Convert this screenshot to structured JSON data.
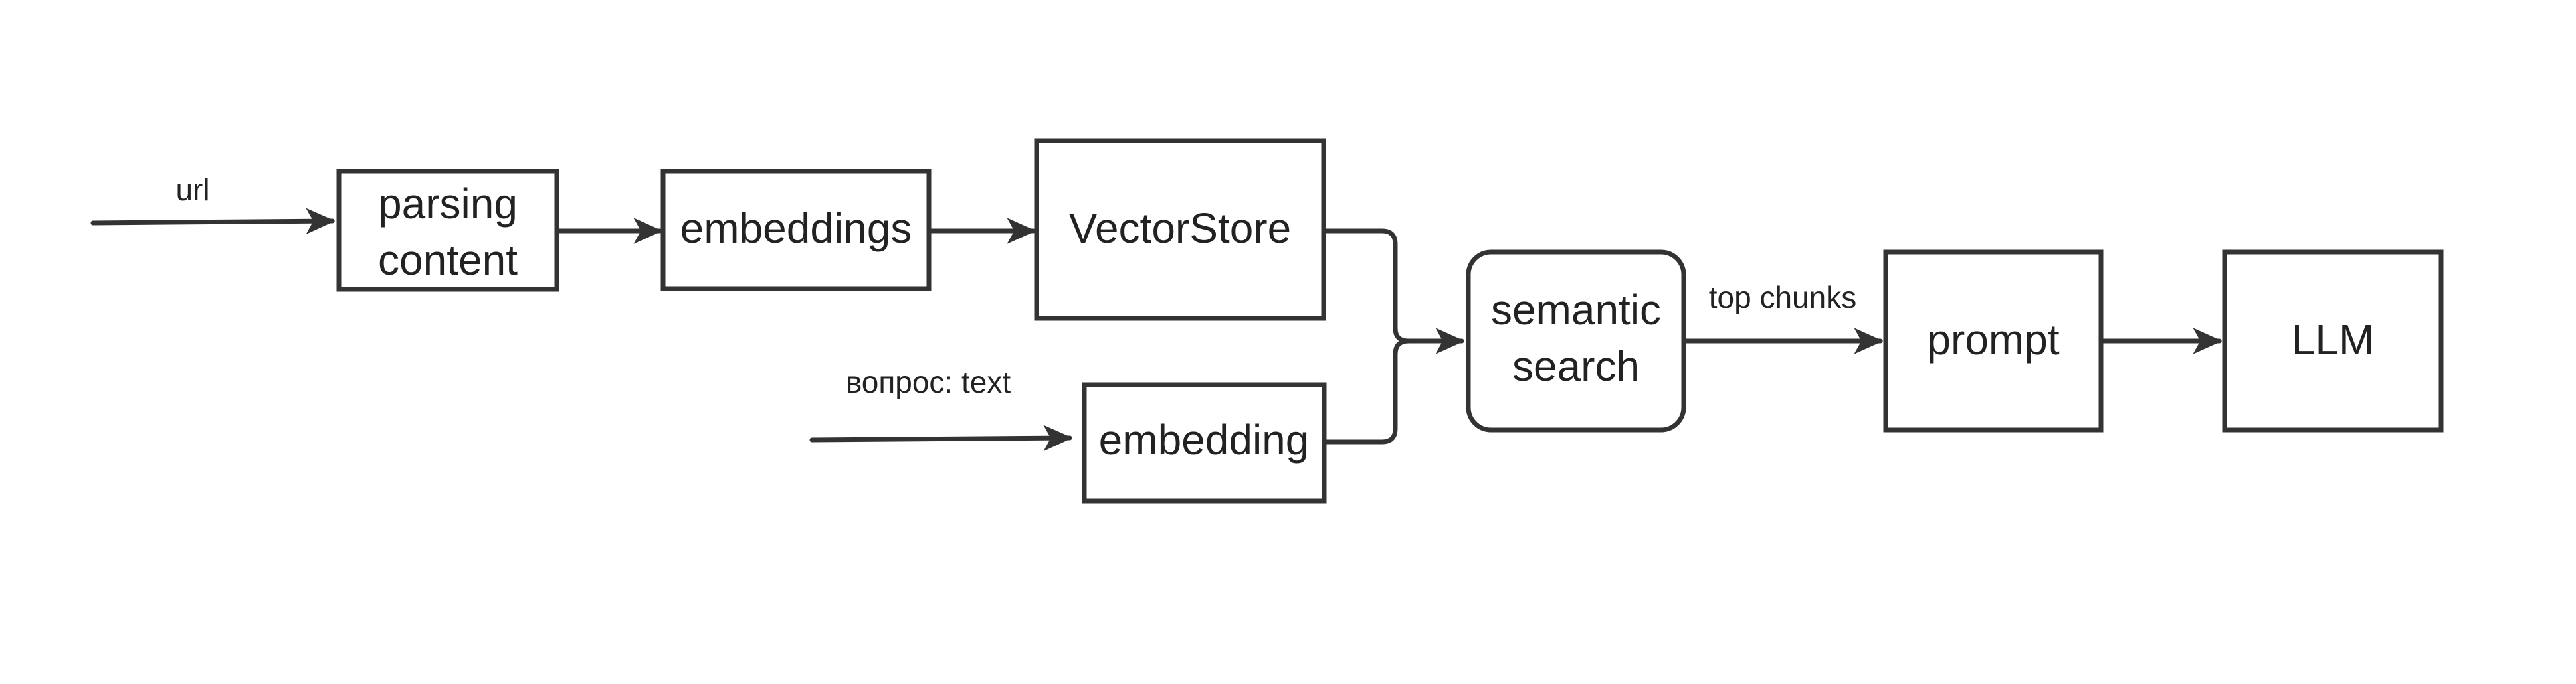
{
  "nodes": {
    "parsing_content": {
      "lines": [
        "parsing",
        "content"
      ]
    },
    "embeddings": {
      "label": "embeddings"
    },
    "vectorstore": {
      "label": "VectorStore"
    },
    "embedding": {
      "label": "embedding"
    },
    "semantic_search": {
      "lines": [
        "semantic",
        "search"
      ]
    },
    "prompt": {
      "label": "prompt"
    },
    "llm": {
      "label": "LLM"
    }
  },
  "edge_labels": {
    "url": "url",
    "question": "вопрос: text",
    "top_chunks": "top chunks"
  },
  "colors": {
    "stroke": "#333333",
    "text": "#222222",
    "background": "#ffffff"
  }
}
